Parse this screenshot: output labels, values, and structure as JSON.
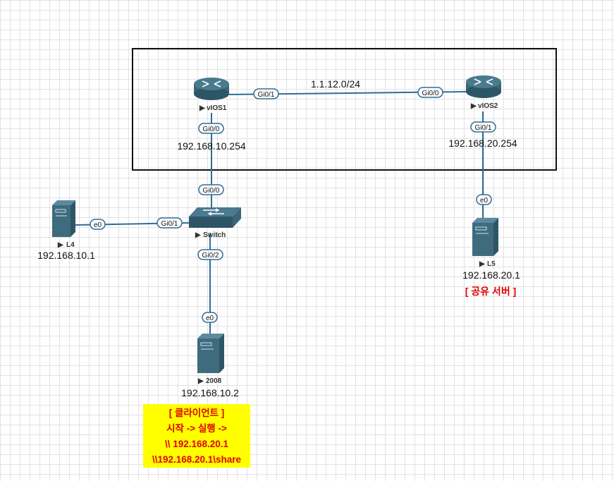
{
  "link_labels": {
    "vios_link_network": "1.1.12.0/24"
  },
  "nodes": {
    "vios1": {
      "name": "vIOS1",
      "ip": "192.168.10.254",
      "ports": {
        "left": "Gi0/1",
        "bottom": "Gi0/0"
      }
    },
    "vios2": {
      "name": "vIOS2",
      "ip": "192.168.20.254",
      "ports": {
        "left": "Gi0/0",
        "bottom": "Gi0/1"
      }
    },
    "switch": {
      "name": "Switch",
      "ports": {
        "top": "Gi0/0",
        "left": "Gi0/1",
        "bottom": "Gi0/2"
      }
    },
    "l4": {
      "name": "L4",
      "ip": "192.168.10.1",
      "port": "e0"
    },
    "l5": {
      "name": "L5",
      "ip": "192.168.20.1",
      "port": "e0",
      "note": "[ 공유 서버 ]"
    },
    "server2008": {
      "name": "2008",
      "ip": "192.168.10.2",
      "port": "e0"
    }
  },
  "client_note": {
    "lines": [
      "[ 클라이언트 ]",
      "시작 -> 실행 ->",
      "\\\\ 192.168.20.1",
      "\\\\192.168.20.1\\share"
    ]
  },
  "colors": {
    "link": "#2f6d96",
    "router": "#3f6b7e",
    "server": "#3f6b7e",
    "note_bg": "#ffff00",
    "note_text": "#e00000"
  },
  "icons": {
    "router": "router-icon",
    "switch": "switch-icon",
    "server": "server-icon",
    "play": "play-triangle-icon"
  }
}
